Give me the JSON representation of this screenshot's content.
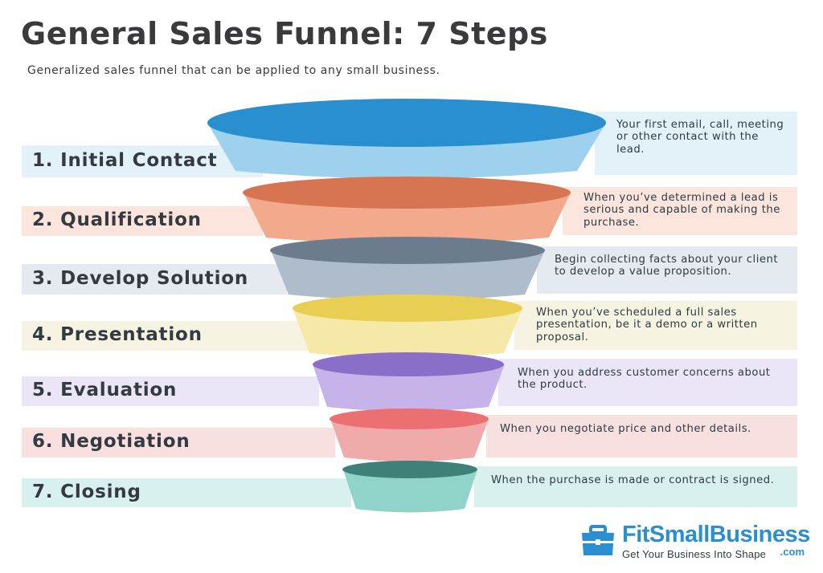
{
  "header": {
    "title": "General Sales Funnel: 7 Steps",
    "subtitle": "Generalized sales funnel that can be applied to any small business."
  },
  "steps": [
    {
      "label": "1. Initial Contact",
      "description_lines": [
        "Your first email, call, meeting",
        "or other contact with the",
        "lead."
      ],
      "colors": {
        "top": "#2a8fcf",
        "body": "#9dd1ee",
        "label_band": "#e3f1f8",
        "desc_band": "#e3f1f8"
      }
    },
    {
      "label": "2. Qualification",
      "description_lines": [
        "When you’ve determined a lead is",
        "serious and capable of making the",
        "purchase."
      ],
      "colors": {
        "top": "#d77452",
        "body": "#f3a98b",
        "label_band": "#fbe5dc",
        "desc_band": "#fbe5dc"
      }
    },
    {
      "label": "3. Develop Solution",
      "description_lines": [
        "Begin collecting facts about your client",
        "to develop a value proposition."
      ],
      "colors": {
        "top": "#6d7c8c",
        "body": "#aebccb",
        "label_band": "#e4eaf0",
        "desc_band": "#e4eaf0"
      }
    },
    {
      "label": "4. Presentation",
      "description_lines": [
        "When you’ve scheduled a full sales",
        "presentation, be it a demo or a written",
        "proposal."
      ],
      "colors": {
        "top": "#e8cf54",
        "body": "#f6e9a8",
        "label_band": "#f6f3e2",
        "desc_band": "#f6f3e2"
      }
    },
    {
      "label": "5. Evaluation",
      "description_lines": [
        "When you address customer concerns about",
        "the product."
      ],
      "colors": {
        "top": "#8a6fc8",
        "body": "#c6b3ea",
        "label_band": "#ebe6f7",
        "desc_band": "#ebe6f7"
      }
    },
    {
      "label": "6. Negotiation",
      "description_lines": [
        "When you negotiate price and other details."
      ],
      "colors": {
        "top": "#ec6f72",
        "body": "#f1aaaa",
        "label_band": "#f8e0e0",
        "desc_band": "#f8e0e0"
      }
    },
    {
      "label": "7. Closing",
      "description_lines": [
        "When the purchase is made or contract is signed."
      ],
      "colors": {
        "top": "#3f8078",
        "body": "#8fd3c9",
        "label_band": "#d9f1ee",
        "desc_band": "#d9f1ee"
      }
    }
  ],
  "logo": {
    "brand": "FitSmallBusiness",
    "tagline": "Get Your Business Into Shape",
    "domain": ".com",
    "color": "#2a8fd0"
  }
}
